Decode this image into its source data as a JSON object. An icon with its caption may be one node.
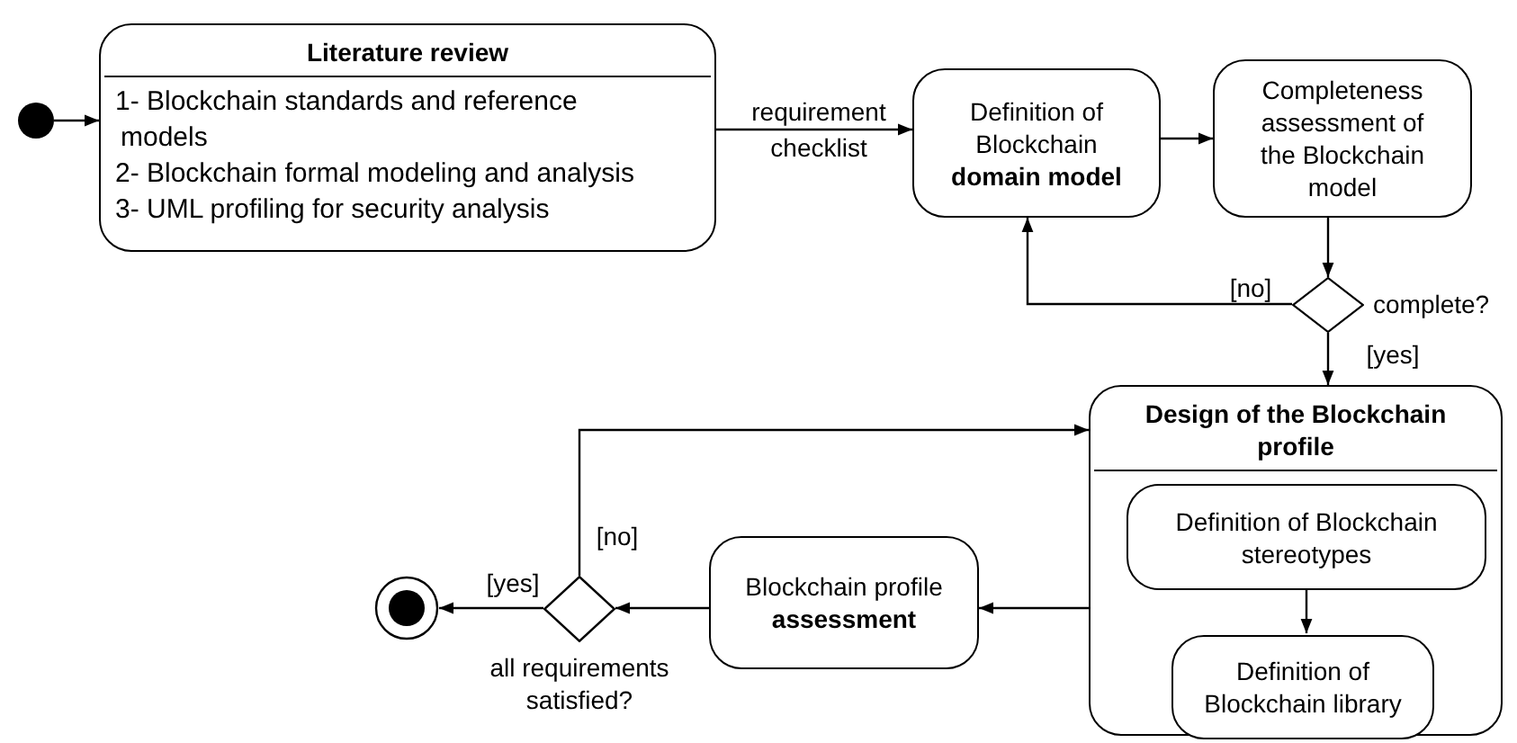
{
  "diagram": {
    "nodes": [
      {
        "text": [],
        "shape": "circle"
      },
      {
        "text": [
          "Literature review",
          "1- Blockchain standards and reference models",
          "2- Blockchain formal modeling and analysis",
          "3- UML profiling for security analysis"
        ]
      },
      {
        "text": [
          "Definition of Blockchain **domain model**"
        ]
      },
      {
        "text": [
          "Completeness assessment of the Blockchain model"
        ]
      },
      {
        "text": [],
        "shape": "diamond",
        "beside": [
          "complete?"
        ]
      },
      {
        "text": [
          "Design of the Blockchain profile"
        ]
      },
      {
        "text": [
          "Definition of Blockchain stereotypes"
        ],
        "in": 5
      },
      {
        "text": [
          "Definition of Blockchain library"
        ],
        "in": 5
      },
      {
        "text": [
          "Blockchain profile **assessment**"
        ]
      },
      {
        "text": [],
        "shape": "diamond",
        "beside": [
          "all requirements satisfied?"
        ]
      },
      {
        "text": [],
        "shape": "circle"
      }
    ],
    "edges": [
      {
        "from": 0,
        "to": 1,
        "arrow": "to"
      },
      {
        "from": 1,
        "to": 2,
        "arrow": "to",
        "label": "requirement checklist"
      },
      {
        "from": 2,
        "to": 3,
        "arrow": "to"
      },
      {
        "from": 3,
        "to": 4,
        "arrow": "to"
      },
      {
        "from": 4,
        "to": 2,
        "arrow": "to",
        "label": "[no]"
      },
      {
        "from": 4,
        "to": 5,
        "arrow": "to",
        "label": "[yes]"
      },
      {
        "from": 6,
        "to": 7,
        "arrow": "to"
      },
      {
        "from": 5,
        "to": 8,
        "arrow": "to"
      },
      {
        "from": 8,
        "to": 9,
        "arrow": "to"
      },
      {
        "from": 9,
        "to": 10,
        "arrow": "to",
        "label": "[yes]"
      },
      {
        "from": 9,
        "to": 5,
        "arrow": "to",
        "label": "[no]"
      }
    ]
  }
}
